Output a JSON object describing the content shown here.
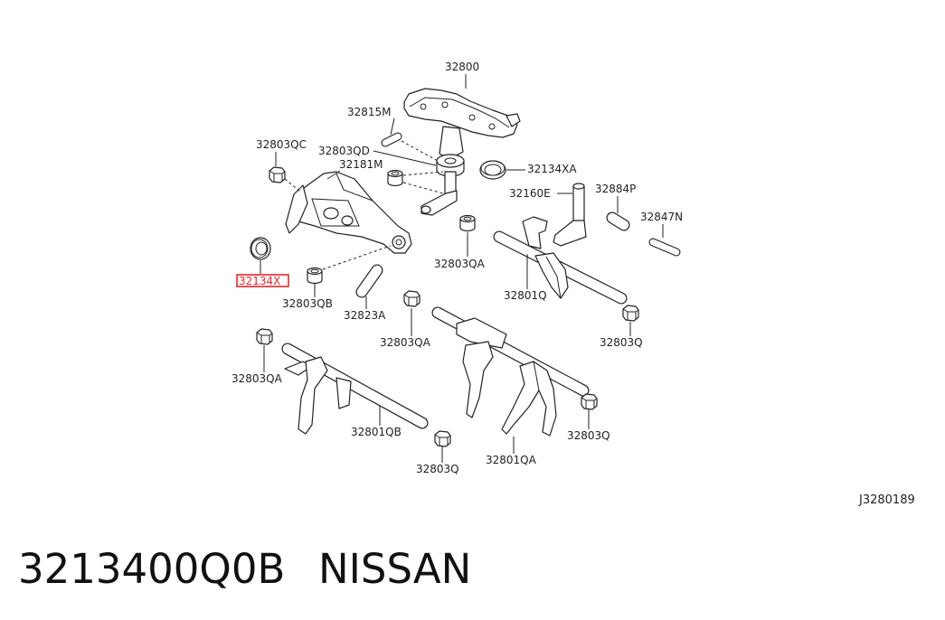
{
  "diagram": {
    "callouts": [
      "32800",
      "32815M",
      "32803QC",
      "32803QD",
      "32181M",
      "32134XA",
      "32160E",
      "32884P",
      "32847N",
      "32134X",
      "32803QA",
      "32801Q",
      "32803QB",
      "32823A",
      "32803QA",
      "32803Q",
      "32803QA",
      "32801QB",
      "32803Q",
      "32803Q",
      "32801QA"
    ],
    "highlighted_callout": "32134X",
    "diagram_code": "J3280189"
  },
  "caption": {
    "part_number": "3213400Q0B",
    "brand": "NISSAN"
  },
  "colors": {
    "line": "#222222",
    "highlight": "#e8262b",
    "background": "#ffffff"
  }
}
